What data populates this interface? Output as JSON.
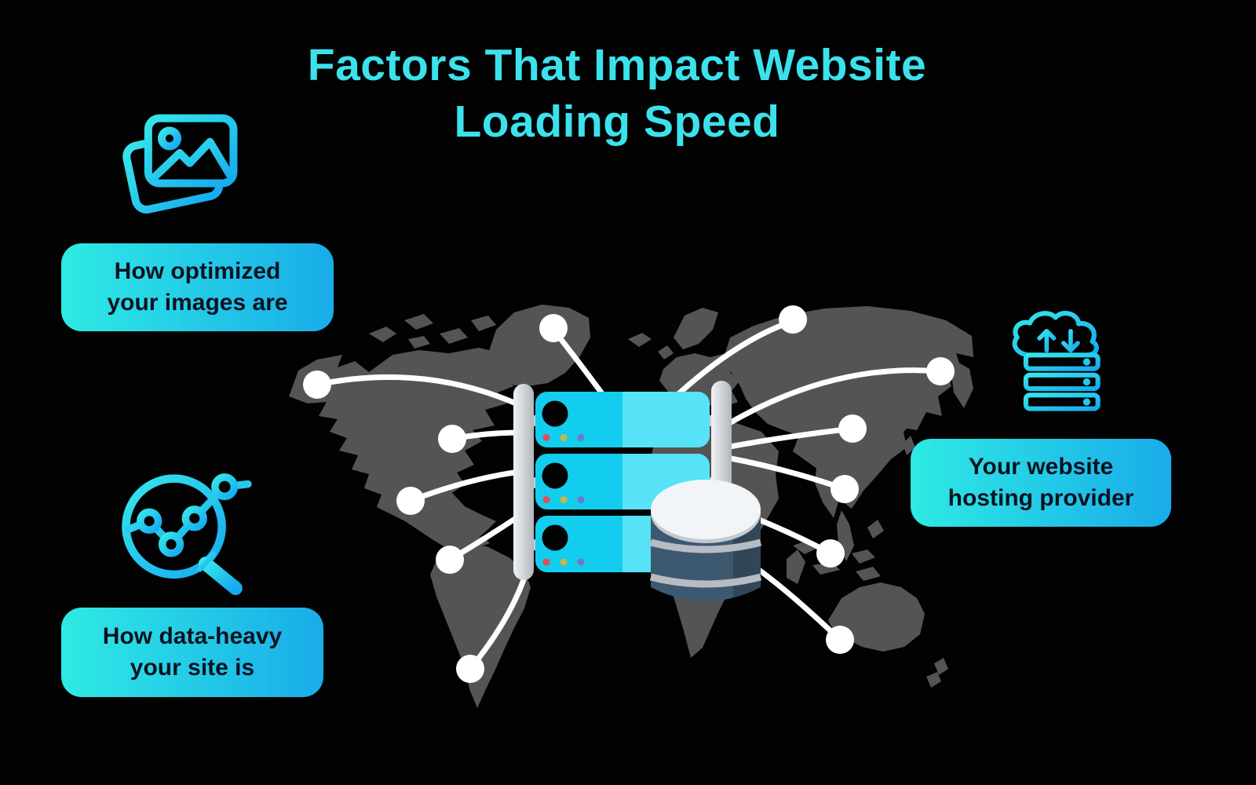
{
  "title": {
    "line1": "Factors That Impact Website",
    "line2": "Loading Speed"
  },
  "factors": {
    "images": {
      "line1": "How optimized",
      "line2": "your images are",
      "icon": "image-optimization-icon"
    },
    "data_heavy": {
      "line1": "How data-heavy",
      "line2": "your site is",
      "icon": "data-analysis-magnifier-icon"
    },
    "hosting": {
      "line1": "Your website",
      "line2": "hosting provider",
      "icon": "cloud-hosting-icon"
    }
  },
  "illustration": {
    "type": "world-map-network",
    "network_node_count": 12,
    "server_units": 3,
    "database_tiers": 3
  },
  "colors": {
    "background": "#020203",
    "title_text": "#3be2ec",
    "label_gradient_start": "#2feae4",
    "label_gradient_end": "#19ace9",
    "label_text": "#0c1220",
    "icon_gradient_start": "#36e6ea",
    "icon_gradient_end": "#16aaf0",
    "map_fill": "#545454",
    "connection_line": "#ffffff",
    "server_left_half": "#12cdee",
    "server_right_half": "#58e2f7",
    "server_indicator_dots": [
      "#e34b56",
      "#c3b944",
      "#7377cc"
    ],
    "rack_post": "#d6dade",
    "database_body": "#3d5970",
    "database_top": "#f2f5f8"
  }
}
